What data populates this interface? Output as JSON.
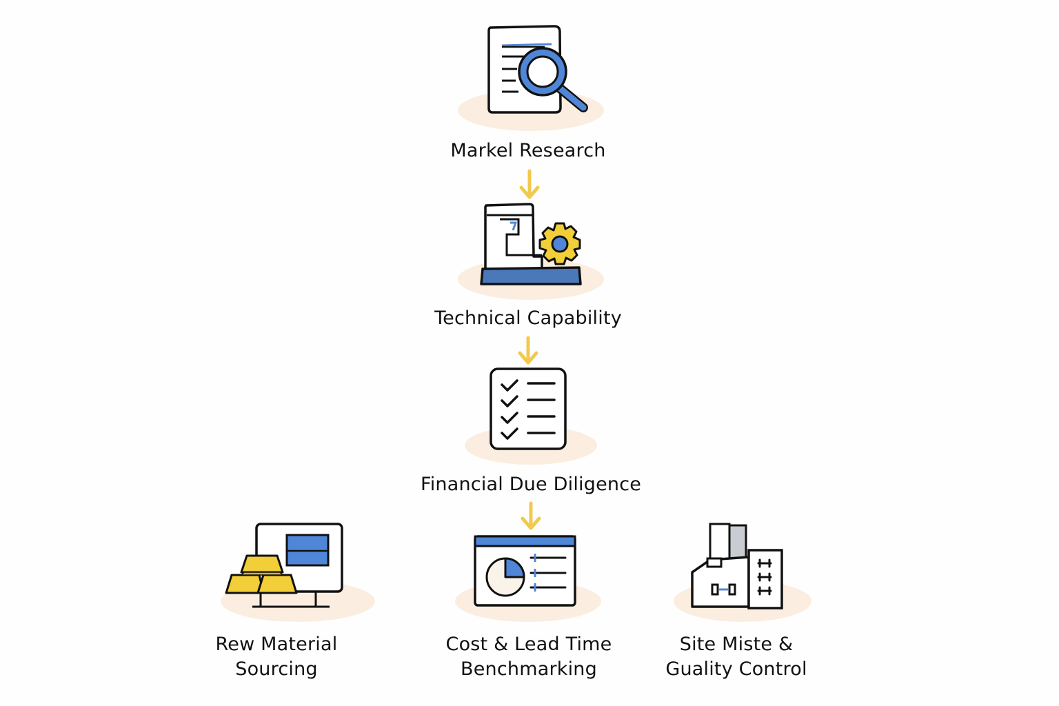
{
  "colors": {
    "ink": "#111111",
    "accent_blue": "#4f86d8",
    "dark_blue": "#4a78b8",
    "gold": "#f2cf38",
    "arrow_yellow": "#f2c94c",
    "shadow_peach": "#fbeee0"
  },
  "steps": [
    {
      "label": "Markel Research",
      "icon": "document-magnifier-icon"
    },
    {
      "label": "Technical Capability",
      "icon": "machine-gear-icon"
    },
    {
      "label": "Financial Due Diligence",
      "icon": "checklist-icon"
    }
  ],
  "branches": [
    {
      "label_line1": "Rew Material",
      "label_line2": "Sourcing",
      "icon": "gold-bars-monitor-icon"
    },
    {
      "label_line1": "Cost & Lead Time",
      "label_line2": "Benchmarking",
      "icon": "pie-chart-dashboard-icon"
    },
    {
      "label_line1": "Site Miste &",
      "label_line2": "Guality Control",
      "icon": "factory-building-icon"
    }
  ]
}
